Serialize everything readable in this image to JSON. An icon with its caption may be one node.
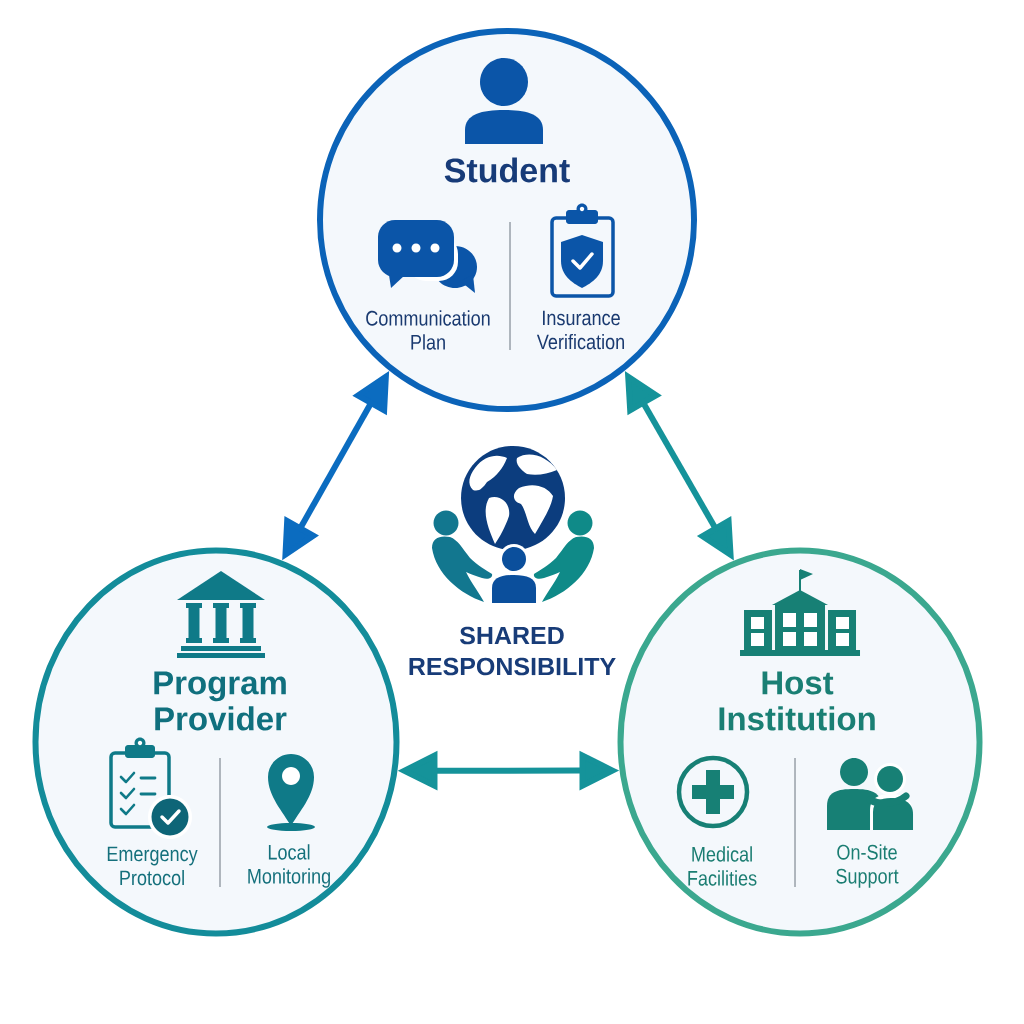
{
  "diagram": {
    "nodes": [
      {
        "text": [
          "Student",
          "Communication Plan",
          "Insurance Verification"
        ]
      },
      {
        "text": [
          "Program Provider",
          "Emergency Protocol",
          "Local Monitoring"
        ]
      },
      {
        "text": [
          "Host Institution",
          "Medical Facilities",
          "On-Site Support"
        ]
      }
    ],
    "edges": [
      {
        "from": 0,
        "to": 1,
        "arrow": "both",
        "color": "#0b6cc0"
      },
      {
        "from": 0,
        "to": 2,
        "arrow": "both"
      },
      {
        "from": 1,
        "to": 2,
        "arrow": "both"
      }
    ],
    "labels": [
      "SHARED RESPONSIBILITY"
    ]
  }
}
